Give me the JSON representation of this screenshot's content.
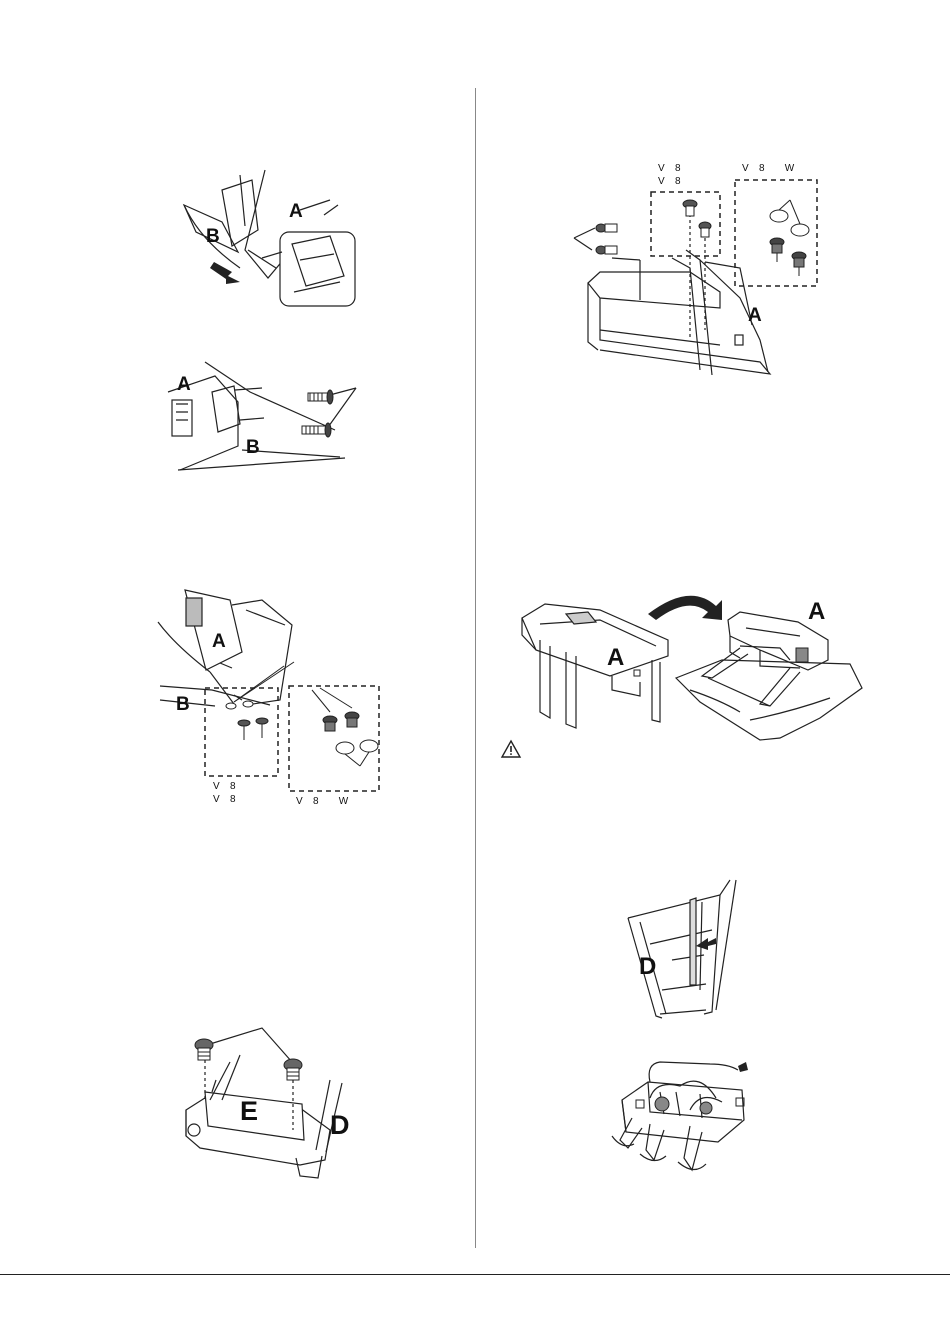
{
  "labels": {
    "fig1": {
      "part_a": "A",
      "part_b": "B"
    },
    "fig2": {
      "part_a": "A",
      "part_b": "B"
    },
    "fig3": {
      "part_a": "A",
      "part_b": "B",
      "screw_code_1": "V   8",
      "screw_code_2": "V   8",
      "washer_code": "V   8      W"
    },
    "fig4": {
      "part_e": "E",
      "part_d": "D"
    },
    "fig5": {
      "part_a": "A",
      "screw_code_1": "V   8",
      "screw_code_2": "V   8",
      "washer_code": "V   8      W"
    },
    "fig6": {
      "part_a_left": "A",
      "part_a_right": "A"
    },
    "fig7": {
      "part_d": "D"
    }
  },
  "icons": {
    "caution": "warning-triangle-icon"
  }
}
